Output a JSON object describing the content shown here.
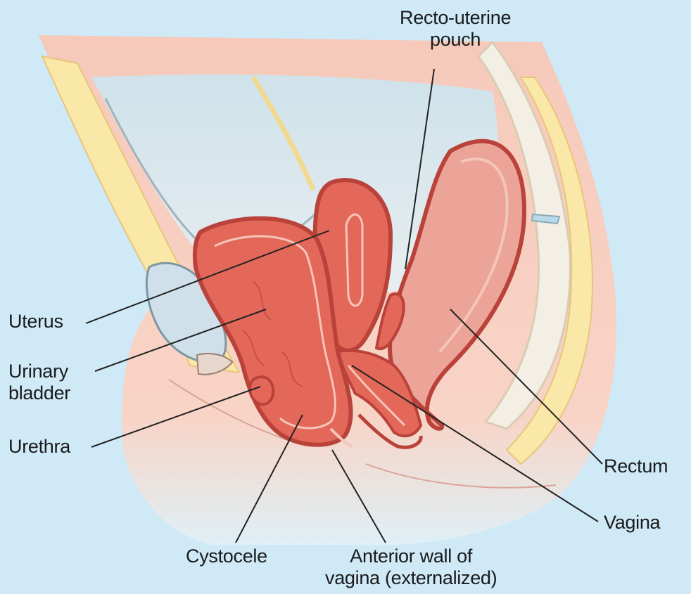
{
  "colors": {
    "background": "#cfe9f6",
    "skin": "#f6c9ba",
    "fat_yellow": "#f9e8a8",
    "bone": "#f4efe4",
    "organ_red": "#e4685a",
    "organ_outline": "#b9423a",
    "rectum_pink": "#eba497",
    "leader_line": "#222222"
  },
  "labels": {
    "recto_uterine_pouch": {
      "line1": "Recto-uterine",
      "line2": "pouch"
    },
    "uterus": "Uterus",
    "urinary_bladder": {
      "line1": "Urinary",
      "line2": "bladder"
    },
    "urethra": "Urethra",
    "cystocele": "Cystocele",
    "anterior_wall": {
      "line1": "Anterior wall of",
      "line2": "vagina (externalized)"
    },
    "rectum": "Rectum",
    "vagina": "Vagina"
  }
}
